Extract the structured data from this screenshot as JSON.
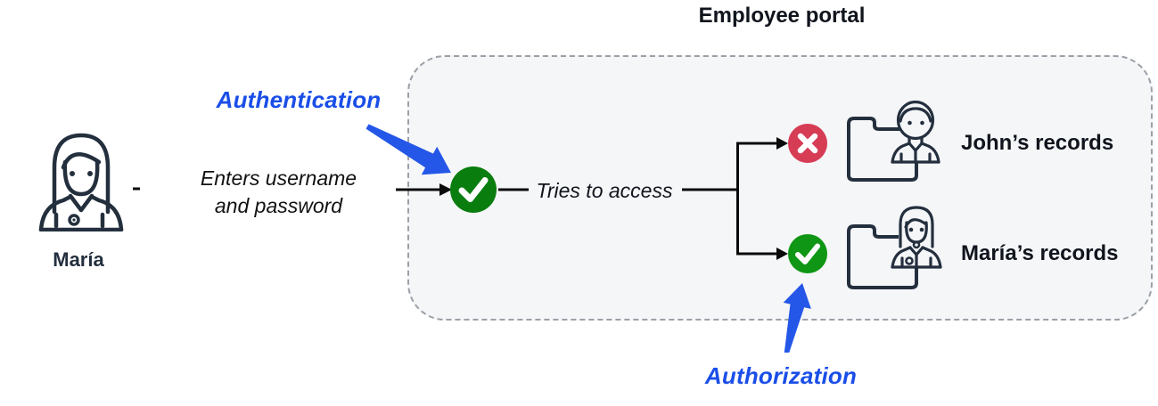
{
  "colors": {
    "background": "#ffffff",
    "portal_fill": "#f5f6f8",
    "portal_border": "#9aa0a8",
    "icon_stroke": "#242f3e",
    "line": "#0a0a0a",
    "green_dark": "#0a7d0f",
    "green": "#0f9614",
    "red": "#d73c55",
    "blue_text": "#1a4ee8",
    "blue_arrow": "#2457e8",
    "text_dark": "#10141c",
    "navy_text": "#242f3e"
  },
  "portal": {
    "title": "Employee portal"
  },
  "actor": {
    "name": "María",
    "action": "Enters username and password"
  },
  "labels": {
    "authentication": "Authentication",
    "authorization": "Authorization",
    "tries_to_access": "Tries to access"
  },
  "outcomes": [
    {
      "record": "John’s records",
      "status": "denied"
    },
    {
      "record": "María’s records",
      "status": "granted"
    }
  ]
}
